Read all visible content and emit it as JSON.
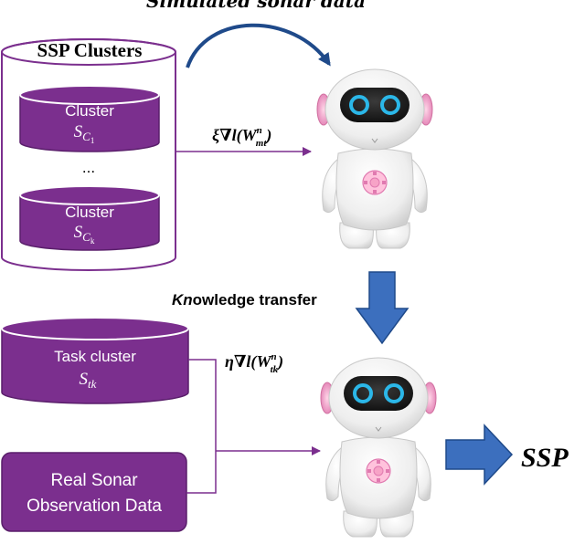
{
  "top_label": "Simulated sonar data",
  "ssp_clusters": {
    "title": "SSP Clusters",
    "cluster1": {
      "label": "Cluster",
      "symbol": "S",
      "subscript": "C",
      "subsub": "1"
    },
    "ellipsis": "...",
    "clusterk": {
      "label": "Cluster",
      "symbol": "S",
      "subscript": "C",
      "subsub": "k"
    }
  },
  "meta_gradient": {
    "prefix": "ξ∇l(",
    "W": "W",
    "sup": "n",
    "sub": "mt",
    "suffix": ")"
  },
  "knowledge_transfer": {
    "italic": "Kn",
    "rest": "owledge transfer"
  },
  "task_cluster": {
    "label": "Task cluster",
    "symbol": "S",
    "subscript": "tk"
  },
  "task_gradient": {
    "prefix": "η∇l(",
    "W": "W",
    "sup": "n",
    "sub": "tk",
    "suffix": ")"
  },
  "real_sonar": {
    "line1": "Real Sonar",
    "line2": "Observation Data"
  },
  "output_label": "SSP",
  "colors": {
    "purple": "#7b2f8e",
    "purple_dark": "#5a1f6b",
    "blue_arrow": "#3c6fbe",
    "blue_dark": "#1f4a8a",
    "line": "#7b2f8e"
  }
}
